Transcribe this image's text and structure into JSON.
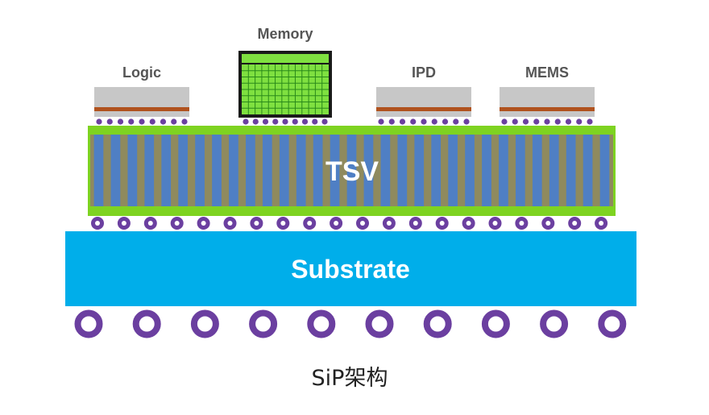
{
  "labels": {
    "logic": "Logic",
    "memory": "Memory",
    "ipd": "IPD",
    "mems": "MEMS",
    "tsv": "TSV",
    "substrate": "Substrate",
    "caption": "SiP架构"
  },
  "colors": {
    "chip_gray": "#c7c7c7",
    "chip_copper": "#b0521e",
    "memory_green": "#7fe040",
    "memory_grid": "#2a8a1a",
    "interposer_green": "#7ed321",
    "tsv_blue": "#4f7fc4",
    "tsv_olive": "#8f8a5e",
    "substrate": "#00aeea",
    "bump_purple": "#6b3fa0"
  },
  "icons": {
    "micro_bump": "small-purple-circle",
    "c4_bump": "medium-purple-circle",
    "bga_ball": "large-purple-ring"
  }
}
